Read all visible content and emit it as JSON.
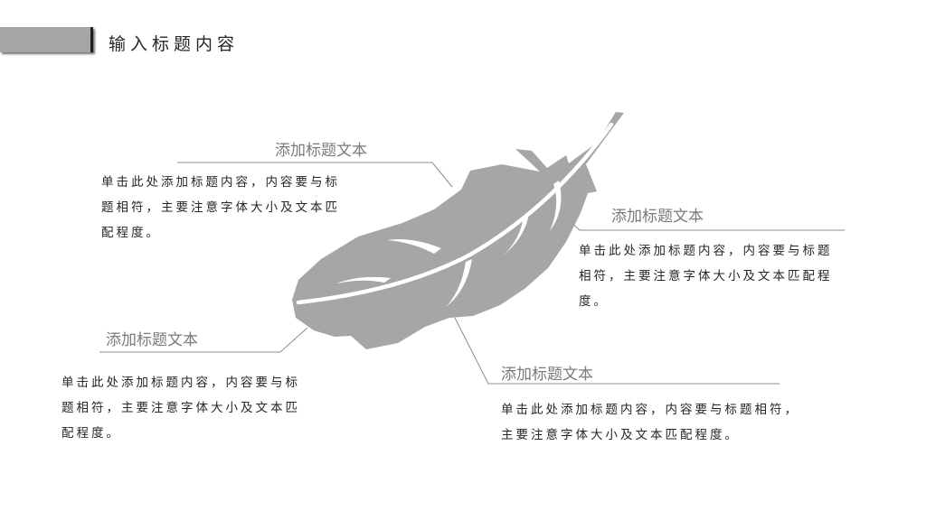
{
  "slide": {
    "title": "输入标题内容"
  },
  "icons": {
    "center": "feather-icon"
  },
  "colors": {
    "accent_gray": "#a5a5a5",
    "text": "#262626",
    "label_gray": "#7a7a7a",
    "line_gray": "#8c8c8c"
  },
  "callouts": [
    {
      "title": "添加标题文本",
      "lines": [
        "单击此处添加标题内容，内容要与标",
        "题相符，主要注意字体大小及文本匹",
        "配程度。"
      ]
    },
    {
      "title": "添加标题文本",
      "lines": [
        "单击此处添加标题内容，内容要与标题",
        "相符，主要注意字体大小及文本匹配程",
        "度。"
      ]
    },
    {
      "title": "添加标题文本",
      "lines": [
        "单击此处添加标题内容，内容要与标",
        "题相符，主要注意字体大小及文本匹",
        "配程度。"
      ]
    },
    {
      "title": "添加标题文本",
      "lines": [
        "单击此处添加标题内容，内容要与标题相符，",
        "主要注意字体大小及文本匹配程度。"
      ]
    }
  ]
}
